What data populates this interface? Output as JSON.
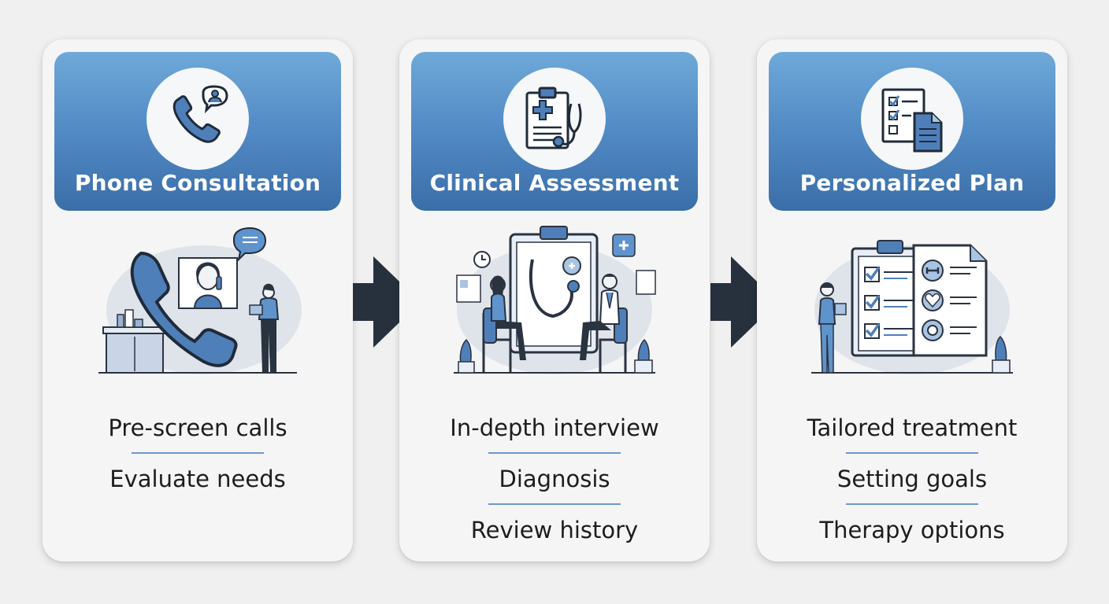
{
  "cards": [
    {
      "title": "Phone Consultation",
      "icon": "phone-chat-icon",
      "illustration": "receptionist-phone-call-illustration",
      "items": [
        "Pre-screen calls",
        "Evaluate needs"
      ]
    },
    {
      "title": "Clinical Assessment",
      "icon": "clipboard-stethoscope-icon",
      "illustration": "doctor-patient-consultation-illustration",
      "items": [
        "In-depth interview",
        "Diagnosis",
        "Review history"
      ]
    },
    {
      "title": "Personalized Plan",
      "icon": "checklist-document-icon",
      "illustration": "treatment-plan-clipboard-illustration",
      "items": [
        "Tailored treatment",
        "Setting goals",
        "Therapy options"
      ]
    }
  ],
  "colors": {
    "header_top": "#6ea9d9",
    "header_bottom": "#3a6ea8",
    "icon_blue": "#4f7fb8",
    "outline": "#2a3340",
    "arrow": "#27313d",
    "divider": "#6a97c9"
  }
}
